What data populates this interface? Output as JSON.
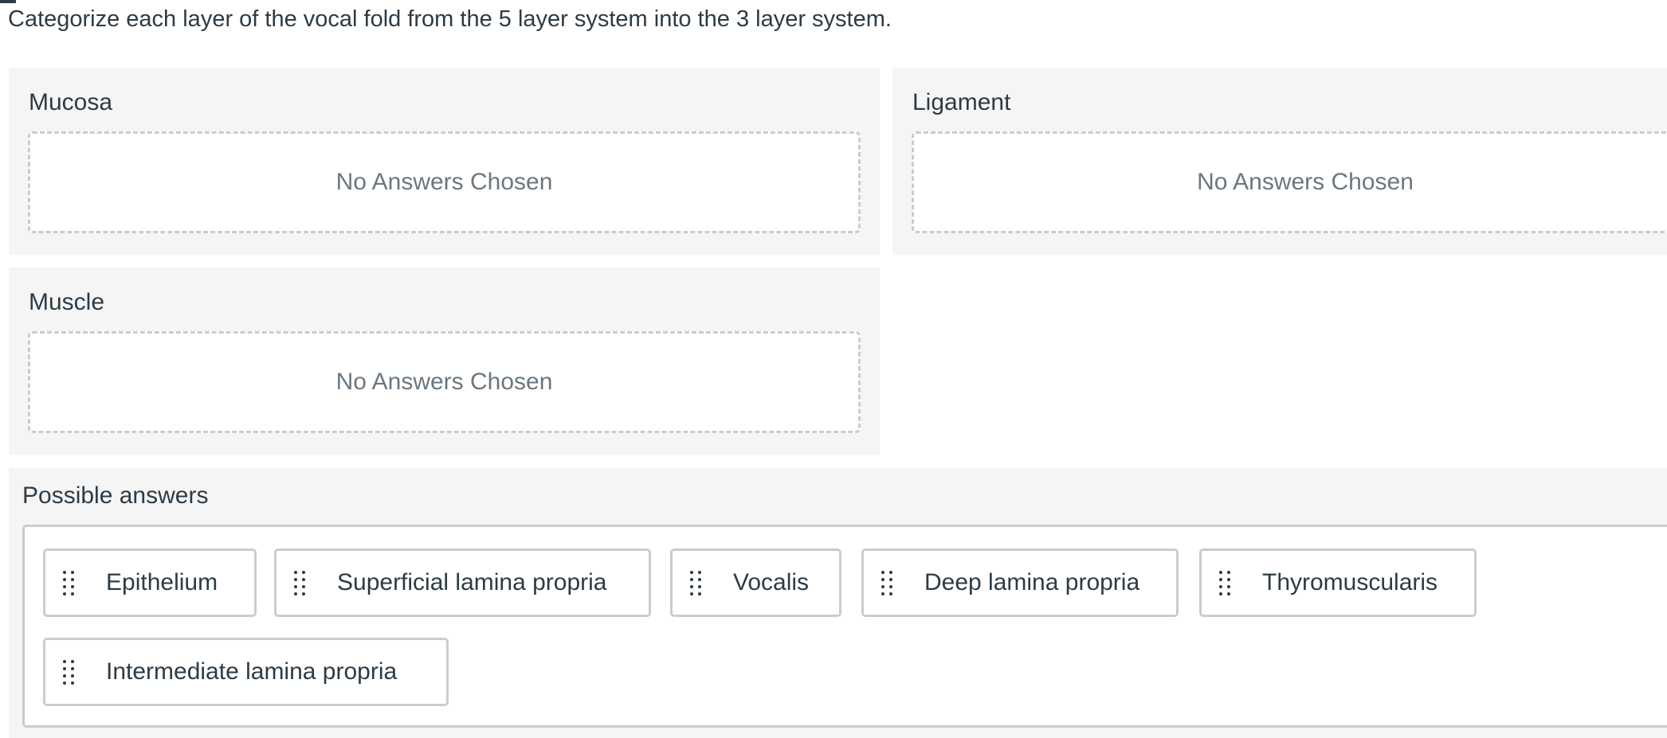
{
  "question": {
    "prompt": "Categorize each layer of the vocal fold from the 5 layer system into the 3 layer system."
  },
  "categories": [
    {
      "label": "Mucosa",
      "empty_text": "No Answers Chosen"
    },
    {
      "label": "Ligament",
      "empty_text": "No Answers Chosen"
    },
    {
      "label": "Muscle",
      "empty_text": "No Answers Chosen"
    }
  ],
  "possible_answers": {
    "title": "Possible answers",
    "grip_icon": "drag-handle-icon",
    "items": [
      {
        "label": "Epithelium"
      },
      {
        "label": "Superficial lamina propria"
      },
      {
        "label": "Vocalis"
      },
      {
        "label": "Deep lamina propria"
      },
      {
        "label": "Thyromuscularis"
      },
      {
        "label": "Intermediate lamina propria"
      }
    ]
  }
}
